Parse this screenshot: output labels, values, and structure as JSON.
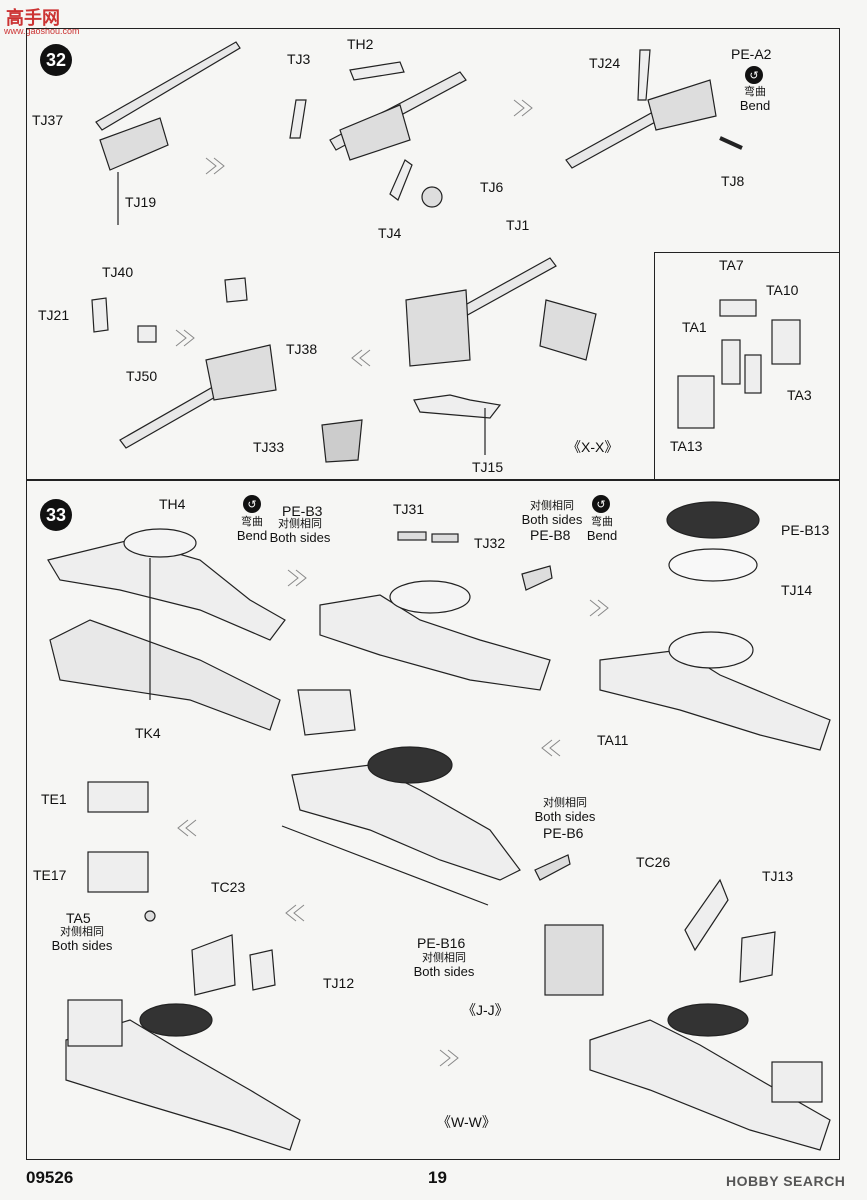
{
  "watermark": {
    "logo_text": "高手网",
    "url": "www.gaoshou.com"
  },
  "step32": {
    "number": "32",
    "labels": {
      "tj37": "TJ37",
      "tj19": "TJ19",
      "tj40": "TJ40",
      "th2": "TH2",
      "tj3": "TJ3",
      "tj6": "TJ6",
      "tj1": "TJ1",
      "tj4": "TJ4",
      "tj24": "TJ24",
      "pe_a2": "PE-A2",
      "tj8": "TJ8",
      "tj21": "TJ21",
      "tj50": "TJ50",
      "tj38": "TJ38",
      "tj33": "TJ33",
      "tj15": "TJ15",
      "xx": "《X-X》",
      "ta7": "TA7",
      "ta10": "TA10",
      "ta1": "TA1",
      "ta3": "TA3",
      "ta13": "TA13"
    },
    "bend": {
      "cn": "弯曲",
      "en": "Bend"
    }
  },
  "step33": {
    "number": "33",
    "labels": {
      "th4": "TH4",
      "tk4": "TK4",
      "pe_b3": "PE-B3",
      "tj31": "TJ31",
      "tj32": "TJ32",
      "pe_b8": "PE-B8",
      "pe_b13": "PE-B13",
      "tj14": "TJ14",
      "ta11": "TA11",
      "te1": "TE1",
      "te17": "TE17",
      "ta5": "TA5",
      "pe_b6": "PE-B6",
      "tc23": "TC23",
      "tj12": "TJ12",
      "pe_b16": "PE-B16",
      "tc26": "TC26",
      "tj13": "TJ13",
      "jj": "《J-J》",
      "ww": "《W-W》"
    },
    "bend_left": {
      "cn": "弯曲",
      "en": "Bend"
    },
    "bend_right": {
      "cn": "弯曲",
      "en": "Bend"
    },
    "both_sides": {
      "cn": "对侧相同",
      "en": "Both sides"
    }
  },
  "footer": {
    "code": "09526",
    "page": "19",
    "brand": "HOBBY SEARCH"
  }
}
